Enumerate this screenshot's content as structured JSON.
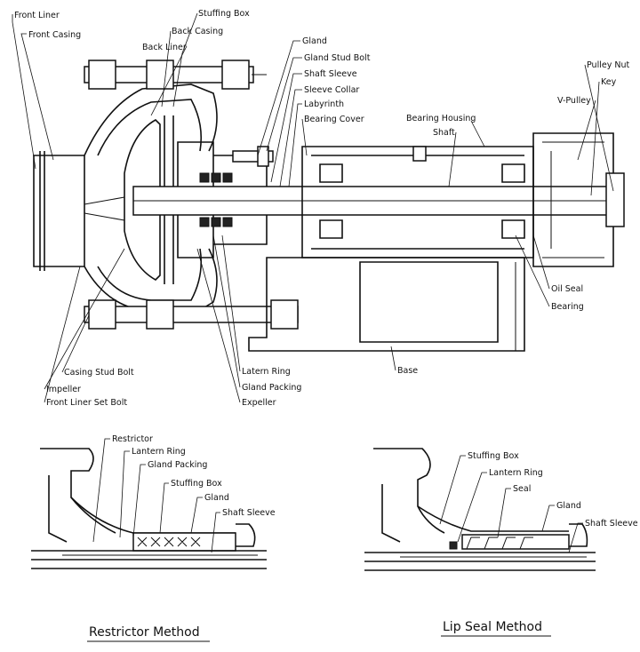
{
  "labels": {
    "front_liner": "Front Liner",
    "front_casing": "Front Casing",
    "stuffing_box": "Stuffing Box",
    "back_casing": "Back Casing",
    "back_liner": "Back Liner",
    "gland": "Gland",
    "gland_stud_bolt": "Gland Stud Bolt",
    "shaft_sleeve": "Shaft Sleeve",
    "sleeve_collar": "Sleeve Collar",
    "labyrinth": "Labyrinth",
    "bearing_cover": "Bearing Cover",
    "bearing_housing": "Bearing Housing",
    "shaft": "Shaft",
    "pulley_nut": "Pulley Nut",
    "key": "Key",
    "v_pulley": "V-Pulley",
    "oil_seal": "Oil Seal",
    "bearing": "Bearing",
    "base": "Base",
    "latern_ring": "Latern Ring",
    "gland_packing": "Gland Packing",
    "expeller": "Expeller",
    "casing_stud_bolt": "Casing Stud Bolt",
    "impeller": "Impeller",
    "front_liner_set_bolt": "Front Liner Set Bolt"
  },
  "restrictor": {
    "caption": "Restrictor Method",
    "restrictor": "Restrictor",
    "lantern_ring": "Lantern Ring",
    "gland_packing": "Gland Packing",
    "stuffing_box": "Stuffing Box",
    "gland": "Gland",
    "shaft_sleeve": "Shaft Sleeve"
  },
  "lipseal": {
    "caption": "Lip Seal Method",
    "stuffing_box": "Stuffing Box",
    "lantern_ring": "Lantern Ring",
    "seal": "Seal",
    "gland": "Gland",
    "shaft_sleeve": "Shaft Sleeve"
  }
}
